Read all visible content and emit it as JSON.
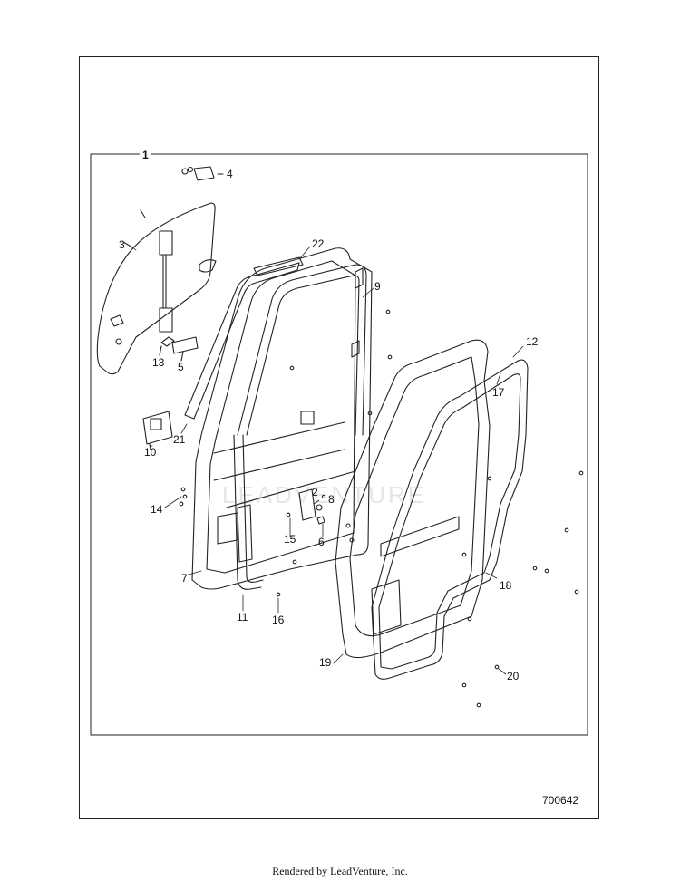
{
  "diagram": {
    "group_label": "1",
    "figure_number": "700642",
    "watermark_text": "LEADVENTURE",
    "callouts": [
      "2",
      "3",
      "4",
      "5",
      "6",
      "7",
      "8",
      "9",
      "10",
      "11",
      "12",
      "13",
      "14",
      "15",
      "16",
      "17",
      "18",
      "19",
      "20",
      "21",
      "22"
    ]
  },
  "footer": {
    "credit": "Rendered by LeadVenture, Inc."
  }
}
